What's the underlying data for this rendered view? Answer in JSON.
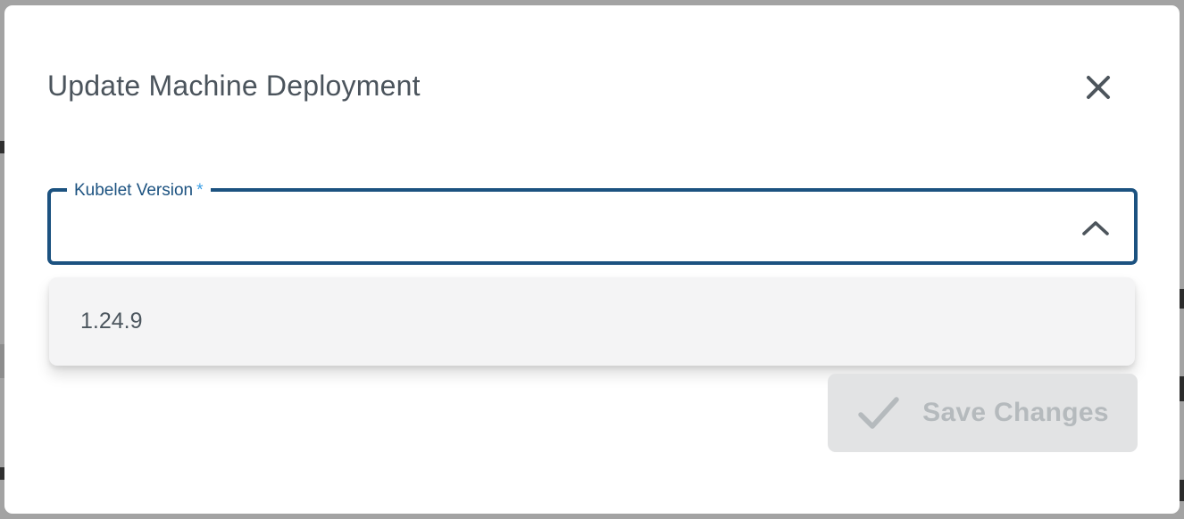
{
  "modal": {
    "title": "Update Machine Deployment"
  },
  "icons": {
    "close": "✕",
    "select_toggle_open": "⌃",
    "save": "✓"
  },
  "form": {
    "kubelet_version": {
      "label": "Kubelet Version",
      "required_marker": "*",
      "value": "",
      "state": "open",
      "options": [
        "1.24.9"
      ]
    }
  },
  "actions": {
    "save_label": "Save Changes",
    "save_enabled": false
  },
  "colors": {
    "primary": "#1c5280",
    "accent_asterisk": "#3fa0e5",
    "title_text": "#4b545c",
    "icon_gray": "#4d555c",
    "option_text": "#4c565e",
    "panel_bg": "#f4f4f5",
    "disabled_bg": "#e2e3e4",
    "disabled_text": "#b5babd",
    "backdrop": "#a3a3a3",
    "modal_bg": "#ffffff"
  }
}
